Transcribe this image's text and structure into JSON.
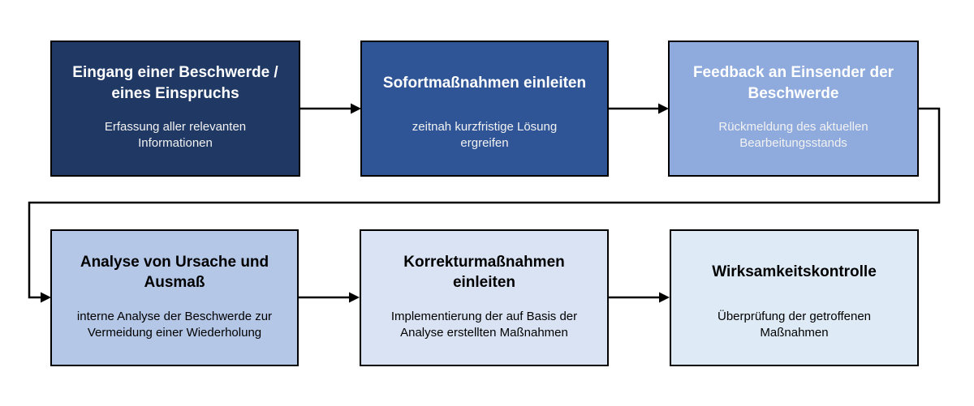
{
  "diagram": {
    "arrow_color": "#000000",
    "border_color": "#000000",
    "background_color": "#ffffff",
    "boxes": [
      {
        "title": "Eingang einer Beschwerde /\neines Einspruchs",
        "subtitle": "Erfassung aller relevanten\nInformationen",
        "fill": "#1F3864",
        "title_color": "#FFFFFF",
        "subtitle_color": "#F2F2F2"
      },
      {
        "title": "Sofortmaßnahmen einleiten",
        "subtitle": "zeitnah kurzfristige Lösung\nergreifen",
        "fill": "#2F5597",
        "title_color": "#FFFFFF",
        "subtitle_color": "#F2F2F2"
      },
      {
        "title": "Feedback an Einsender der\nBeschwerde",
        "subtitle": "Rückmeldung des aktuellen\nBearbeitungsstands",
        "fill": "#8FAADC",
        "title_color": "#FFFFFF",
        "subtitle_color": "#F2F2F2"
      },
      {
        "title": "Analyse von Ursache und\nAusmaß",
        "subtitle": "interne Analyse der Beschwerde zur\nVermeidung einer Wiederholung",
        "fill": "#B4C7E7",
        "title_color": "#000000",
        "subtitle_color": "#000000"
      },
      {
        "title": "Korrekturmaßnahmen\neinleiten",
        "subtitle": "Implementierung der auf Basis der\nAnalyse erstellten Maßnahmen",
        "fill": "#DAE3F3",
        "title_color": "#000000",
        "subtitle_color": "#000000"
      },
      {
        "title": "Wirksamkeitskontrolle",
        "subtitle": "Überprüfung der getroffenen\nMaßnahmen",
        "fill": "#DEEBF7",
        "title_color": "#000000",
        "subtitle_color": "#000000"
      }
    ]
  }
}
